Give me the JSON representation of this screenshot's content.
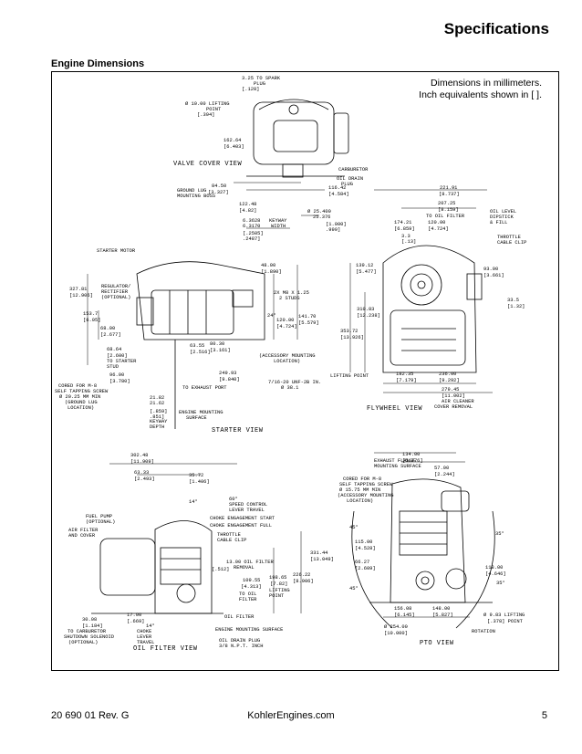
{
  "page": {
    "title": "Specifications",
    "section": "Engine Dimensions",
    "note_line1": "Dimensions in millimeters.",
    "note_line2": "Inch equivalents shown in [ ].",
    "footer_left": "20 690 01 Rev. G",
    "footer_center": "KohlerEngines.com",
    "footer_right": "5"
  },
  "views": {
    "valve": "VALVE COVER VIEW",
    "starter": "STARTER VIEW",
    "flywheel": "FLYWHEEL VIEW",
    "oilfilter": "OIL FILTER VIEW",
    "pto": "PTO VIEW"
  },
  "labels": [
    {
      "id": "l1",
      "text": "3.25 TO SPARK"
    },
    {
      "id": "l2",
      "text": "PLUG"
    },
    {
      "id": "l3",
      "text": "[.128]"
    },
    {
      "id": "l4",
      "text": "Ø 10.00 LIFTING"
    },
    {
      "id": "l5",
      "text": "POINT"
    },
    {
      "id": "l6",
      "text": "[.394]"
    },
    {
      "id": "l7",
      "text": "162.64"
    },
    {
      "id": "l8",
      "text": "[6.403]"
    },
    {
      "id": "l9",
      "text": "CARBURETOR"
    },
    {
      "id": "l10",
      "text": "OIL DRAIN"
    },
    {
      "id": "l11",
      "text": "PLUG"
    },
    {
      "id": "l12",
      "text": "84.50"
    },
    {
      "id": "l13",
      "text": "[3.327]"
    },
    {
      "id": "l14",
      "text": "GROUND LUG"
    },
    {
      "id": "l15",
      "text": "MOUNTING BOSS"
    },
    {
      "id": "l16",
      "text": "116.42"
    },
    {
      "id": "l17",
      "text": "[4.584]"
    },
    {
      "id": "l18",
      "text": "122.48"
    },
    {
      "id": "l19",
      "text": "[4.82]"
    },
    {
      "id": "l20",
      "text": "Ø 25.400"
    },
    {
      "id": "l21",
      "text": "25.376"
    },
    {
      "id": "l22",
      "text": "[1.000]"
    },
    {
      "id": "l23",
      "text": ".999]"
    },
    {
      "id": "l24",
      "text": "6.3628"
    },
    {
      "id": "l25",
      "text": "6.3170"
    },
    {
      "id": "l26",
      "text": "KEYWAY"
    },
    {
      "id": "l27",
      "text": "WIDTH"
    },
    {
      "id": "l28",
      "text": "[.2505]"
    },
    {
      "id": "l29",
      "text": ".2487]"
    },
    {
      "id": "l30",
      "text": "221.91"
    },
    {
      "id": "l31",
      "text": "[8.737]"
    },
    {
      "id": "l32",
      "text": "207.25"
    },
    {
      "id": "l33",
      "text": "[8.159]"
    },
    {
      "id": "l34",
      "text": "TO OIL FILTER"
    },
    {
      "id": "l35",
      "text": "174.21"
    },
    {
      "id": "l36",
      "text": "[6.859]"
    },
    {
      "id": "l37",
      "text": "120.00"
    },
    {
      "id": "l38",
      "text": "[4.724]"
    },
    {
      "id": "l39",
      "text": "3.3"
    },
    {
      "id": "l40",
      "text": "[.13]"
    },
    {
      "id": "l41",
      "text": "OIL LEVEL"
    },
    {
      "id": "l42",
      "text": "DIPSTICK"
    },
    {
      "id": "l43",
      "text": "& FILL"
    },
    {
      "id": "l44",
      "text": "THROTTLE"
    },
    {
      "id": "l45",
      "text": "CABLE CLIP"
    },
    {
      "id": "l46",
      "text": "STARTER MOTOR"
    },
    {
      "id": "l47",
      "text": "48.00"
    },
    {
      "id": "l48",
      "text": "[1.890]"
    },
    {
      "id": "l49",
      "text": "139.12"
    },
    {
      "id": "l50",
      "text": "[5.477]"
    },
    {
      "id": "l51",
      "text": "93.00"
    },
    {
      "id": "l52",
      "text": "[3.661]"
    },
    {
      "id": "l53",
      "text": "327.81"
    },
    {
      "id": "l54",
      "text": "[12.906]"
    },
    {
      "id": "l55",
      "text": "REGULATOR/"
    },
    {
      "id": "l56",
      "text": "RECTIFIER"
    },
    {
      "id": "l57",
      "text": "(OPTIONAL)"
    },
    {
      "id": "l58",
      "text": "2X M8 X 1.25"
    },
    {
      "id": "l59",
      "text": "2 STUDS"
    },
    {
      "id": "l60",
      "text": "33.5"
    },
    {
      "id": "l61",
      "text": "[1.32]"
    },
    {
      "id": "l62",
      "text": "310.83"
    },
    {
      "id": "l63",
      "text": "[12.238]"
    },
    {
      "id": "l64",
      "text": "153.7"
    },
    {
      "id": "l65",
      "text": "[6.05]"
    },
    {
      "id": "l66",
      "text": "24°"
    },
    {
      "id": "l67",
      "text": "120.00"
    },
    {
      "id": "l68",
      "text": "[4.724]"
    },
    {
      "id": "l69",
      "text": "141.70"
    },
    {
      "id": "l70",
      "text": "[5.579]"
    },
    {
      "id": "l71",
      "text": "68.00"
    },
    {
      "id": "l72",
      "text": "[2.677]"
    },
    {
      "id": "l73",
      "text": "353.72"
    },
    {
      "id": "l74",
      "text": "[13.926]"
    },
    {
      "id": "l75",
      "text": "63.55"
    },
    {
      "id": "l76",
      "text": "[2.516]"
    },
    {
      "id": "l77",
      "text": "80.30"
    },
    {
      "id": "l78",
      "text": "[3.161]"
    },
    {
      "id": "l79",
      "text": "68.64"
    },
    {
      "id": "l80",
      "text": "[2.600]"
    },
    {
      "id": "l81",
      "text": "TO STARTER"
    },
    {
      "id": "l82",
      "text": "STUD"
    },
    {
      "id": "l83",
      "text": "(ACCESSORY MOUNTING"
    },
    {
      "id": "l84",
      "text": "LOCATION)"
    },
    {
      "id": "l85",
      "text": "96.00"
    },
    {
      "id": "l86",
      "text": "[3.780]"
    },
    {
      "id": "l87",
      "text": "249.93"
    },
    {
      "id": "l88",
      "text": "[9.840]"
    },
    {
      "id": "l89",
      "text": "TO EXHAUST PORT"
    },
    {
      "id": "l90",
      "text": "7/16-20 UNF-2B IN."
    },
    {
      "id": "l91",
      "text": "Ø 38.1"
    },
    {
      "id": "l92",
      "text": "LIFTING POINT"
    },
    {
      "id": "l93",
      "text": "182.35"
    },
    {
      "id": "l94",
      "text": "[7.179]"
    },
    {
      "id": "l95",
      "text": "236.00"
    },
    {
      "id": "l96",
      "text": "[9.292]"
    },
    {
      "id": "l97",
      "text": "CORED FOR M-8"
    },
    {
      "id": "l98",
      "text": "SELF TAPPING SCREW"
    },
    {
      "id": "l99",
      "text": "Ø 20.25 MM MIN"
    },
    {
      "id": "l100",
      "text": "(GROUND LUG"
    },
    {
      "id": "l101",
      "text": "LOCATION)"
    },
    {
      "id": "l102",
      "text": "21.82"
    },
    {
      "id": "l103",
      "text": "21.62"
    },
    {
      "id": "l104",
      "text": "[.859]"
    },
    {
      "id": "l105",
      "text": ".851]"
    },
    {
      "id": "l106",
      "text": "KEYWAY"
    },
    {
      "id": "l107",
      "text": "DEPTH"
    },
    {
      "id": "l108",
      "text": "ENGINE MOUNTING"
    },
    {
      "id": "l109",
      "text": "SURFACE"
    },
    {
      "id": "l110",
      "text": "279.45"
    },
    {
      "id": "l111",
      "text": "[11.002]"
    },
    {
      "id": "l112",
      "text": "AIR CLEANER"
    },
    {
      "id": "l113",
      "text": "COVER REMOVAL"
    },
    {
      "id": "l114",
      "text": "302.48"
    },
    {
      "id": "l115",
      "text": "[11.909]"
    },
    {
      "id": "l116",
      "text": "63.33"
    },
    {
      "id": "l117",
      "text": "[2.493]"
    },
    {
      "id": "l118",
      "text": "35.72"
    },
    {
      "id": "l119",
      "text": "[1.406]"
    },
    {
      "id": "l120",
      "text": "134.00"
    },
    {
      "id": "l121",
      "text": "[5.276]"
    },
    {
      "id": "l122",
      "text": "EXHAUST FLANGE"
    },
    {
      "id": "l123",
      "text": "MOUNTING SURFACE"
    },
    {
      "id": "l124",
      "text": "57.00"
    },
    {
      "id": "l125",
      "text": "[2.244]"
    },
    {
      "id": "l126",
      "text": "CORED FOR M-8"
    },
    {
      "id": "l127",
      "text": "SELF TAPPING SCREW"
    },
    {
      "id": "l128",
      "text": "Ø 15.75 MM MIN"
    },
    {
      "id": "l129",
      "text": "(ACCESSORY MOUNTING"
    },
    {
      "id": "l130",
      "text": "LOCATION)"
    },
    {
      "id": "l131",
      "text": "60°"
    },
    {
      "id": "l132",
      "text": "SPEED CONTROL"
    },
    {
      "id": "l133",
      "text": "LEVER TRAVEL"
    },
    {
      "id": "l134",
      "text": "14°"
    },
    {
      "id": "l135",
      "text": "FUEL PUMP"
    },
    {
      "id": "l136",
      "text": "(OPTIONAL)"
    },
    {
      "id": "l137",
      "text": "CHOKE ENGAGEMENT START"
    },
    {
      "id": "l138",
      "text": "CHOKE ENGAGEMENT FULL"
    },
    {
      "id": "l139",
      "text": "AIR FILTER"
    },
    {
      "id": "l140",
      "text": "AND COVER"
    },
    {
      "id": "l141",
      "text": "THROTTLE"
    },
    {
      "id": "l142",
      "text": "CABLE CLIP"
    },
    {
      "id": "l143",
      "text": "45°"
    },
    {
      "id": "l144",
      "text": "35°"
    },
    {
      "id": "l145",
      "text": "13.00 OIL FILTER"
    },
    {
      "id": "l146",
      "text": "REMOVAL"
    },
    {
      "id": "l147",
      "text": "[.512]"
    },
    {
      "id": "l148",
      "text": "331.44"
    },
    {
      "id": "l149",
      "text": "[13.049]"
    },
    {
      "id": "l150",
      "text": "115.00"
    },
    {
      "id": "l151",
      "text": "[4.528]"
    },
    {
      "id": "l152",
      "text": "226.22"
    },
    {
      "id": "l153",
      "text": "[8.906]"
    },
    {
      "id": "l154",
      "text": "198.65"
    },
    {
      "id": "l155",
      "text": "[7.82]"
    },
    {
      "id": "l156",
      "text": "LIFTING"
    },
    {
      "id": "l157",
      "text": "POINT"
    },
    {
      "id": "l158",
      "text": "109.55"
    },
    {
      "id": "l159",
      "text": "[4.313]"
    },
    {
      "id": "l160",
      "text": "TO OIL"
    },
    {
      "id": "l161",
      "text": "FILTER"
    },
    {
      "id": "l162",
      "text": "66.27"
    },
    {
      "id": "l163",
      "text": "[2.609]"
    },
    {
      "id": "l164",
      "text": "118.00"
    },
    {
      "id": "l165",
      "text": "[4.646]"
    },
    {
      "id": "l166",
      "text": "45°"
    },
    {
      "id": "l167",
      "text": "35°"
    },
    {
      "id": "l168",
      "text": "OIL FILTER"
    },
    {
      "id": "l169",
      "text": "ENGINE MOUNTING SURFACE"
    },
    {
      "id": "l170",
      "text": "OIL DRAIN PLUG"
    },
    {
      "id": "l171",
      "text": "3/8 N.P.T. INCH"
    },
    {
      "id": "l172",
      "text": "30.08"
    },
    {
      "id": "l173",
      "text": "[1.184]"
    },
    {
      "id": "l174",
      "text": "TO CARBURETOR"
    },
    {
      "id": "l175",
      "text": "SHUTDOWN SOLENOID"
    },
    {
      "id": "l176",
      "text": "(OPTIONAL)"
    },
    {
      "id": "l177",
      "text": "17.00"
    },
    {
      "id": "l178",
      "text": "[.669]"
    },
    {
      "id": "l179",
      "text": "14°"
    },
    {
      "id": "l180",
      "text": "CHOKE"
    },
    {
      "id": "l181",
      "text": "LEVER"
    },
    {
      "id": "l182",
      "text": "TRAVEL"
    },
    {
      "id": "l183",
      "text": "156.08"
    },
    {
      "id": "l184",
      "text": "[6.145]"
    },
    {
      "id": "l185",
      "text": "148.00"
    },
    {
      "id": "l186",
      "text": "[5.827]"
    },
    {
      "id": "l187",
      "text": "Ø 9.83 LIFTING"
    },
    {
      "id": "l188",
      "text": "[.378] POINT"
    },
    {
      "id": "l189",
      "text": "Ø 254.00"
    },
    {
      "id": "l190",
      "text": "[10.000]"
    },
    {
      "id": "l191",
      "text": "ROTATION"
    }
  ]
}
